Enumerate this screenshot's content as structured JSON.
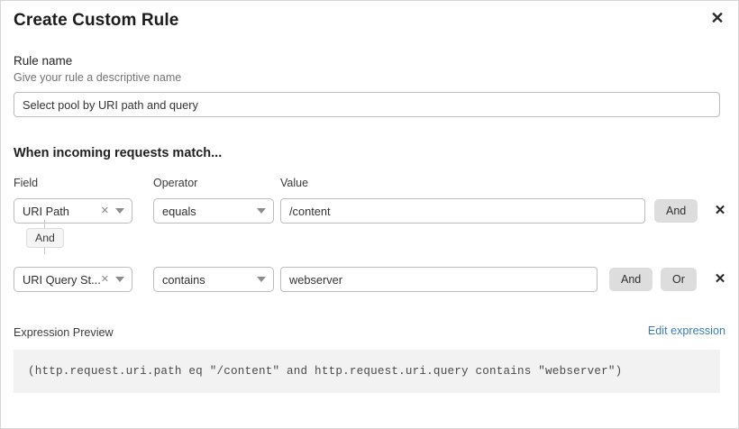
{
  "dialog": {
    "title": "Create Custom Rule",
    "close_icon": "close-icon"
  },
  "rule_name": {
    "label": "Rule name",
    "description": "Give your rule a descriptive name",
    "value": "Select pool by URI path and query",
    "placeholder": "Give your rule a descriptive name"
  },
  "conditions": {
    "heading": "When incoming requests match...",
    "columns": {
      "field": "Field",
      "operator": "Operator",
      "value": "Value"
    },
    "connector": {
      "label": "And"
    },
    "rows": [
      {
        "field": "URI Path",
        "operator": "equals",
        "value": "/content",
        "clear_icon": "close-small-icon",
        "caret_icon": "chevron-down-icon",
        "buttons": [
          "And"
        ],
        "delete_icon": "close-icon"
      },
      {
        "field": "URI Query St...",
        "operator": "contains",
        "value": "webserver",
        "clear_icon": "close-small-icon",
        "caret_icon": "chevron-down-icon",
        "buttons": [
          "And",
          "Or"
        ],
        "delete_icon": "close-icon"
      }
    ]
  },
  "expression": {
    "title": "Expression Preview",
    "edit_link": "Edit expression",
    "code": "(http.request.uri.path eq \"/content\" and http.request.uri.query contains \"webserver\")"
  },
  "colors": {
    "link": "#3b7cb8",
    "button_bg": "#dddddd",
    "code_bg": "#f2f2f2",
    "border": "#bcbcbc"
  }
}
